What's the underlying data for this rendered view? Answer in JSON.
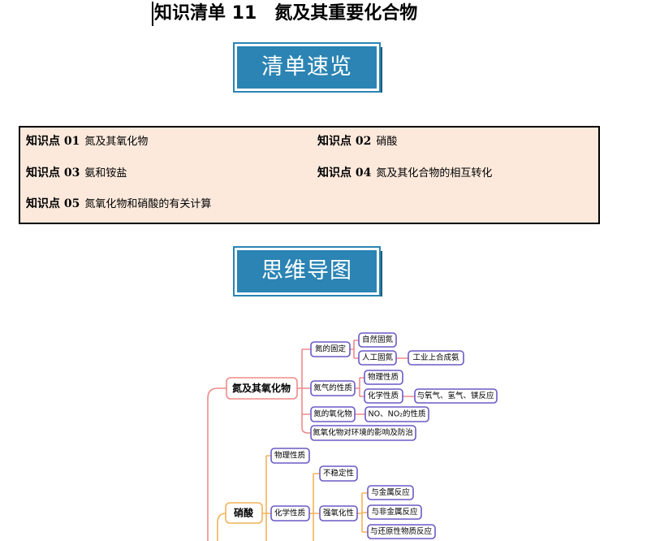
{
  "title": "知识清单 11　氮及其重要化合物",
  "banner_overview": "清单速览",
  "banner_mindmap": "思维导图",
  "toc": [
    {
      "num": "知识点 01",
      "text": "氮及其氧化物"
    },
    {
      "num": "知识点 02",
      "text": "硝酸"
    },
    {
      "num": "知识点 03",
      "text": "氨和铵盐"
    },
    {
      "num": "知识点 04",
      "text": "氮及其化合物的相互转化"
    },
    {
      "num": "知识点 05",
      "text": "氮氧化物和硝酸的有关计算"
    }
  ],
  "mindmap": {
    "n1": "氮及其氧化物",
    "n1a": "氮的固定",
    "n1a1": "自然固氮",
    "n1a2": "人工固氮",
    "n1a2a": "工业上合成氨",
    "n1b": "氮气的性质",
    "n1b1": "物理性质",
    "n1b2": "化学性质",
    "n1b2a": "与氧气、氢气、镁反应",
    "n1c": "氮的氧化物",
    "n1c1": "NO、NO₂的性质",
    "n1d": "氮氧化物对环境的影响及防治",
    "n2": "硝酸",
    "n2a": "物理性质",
    "n2b": "化学性质",
    "n2b1": "不稳定性",
    "n2b2": "强氧化性",
    "n2b2a": "与金属反应",
    "n2b2b": "与非金属反应",
    "n2b2c": "与还原性物质反应"
  },
  "colors": {
    "banner": "#2b84b3",
    "banner_shadow": "#1b5d80",
    "toc_bg": "#fce9dc",
    "node_border": "#6a5ac6",
    "branch_red": "#f08a8a",
    "branch_orange": "#f3b25a"
  }
}
